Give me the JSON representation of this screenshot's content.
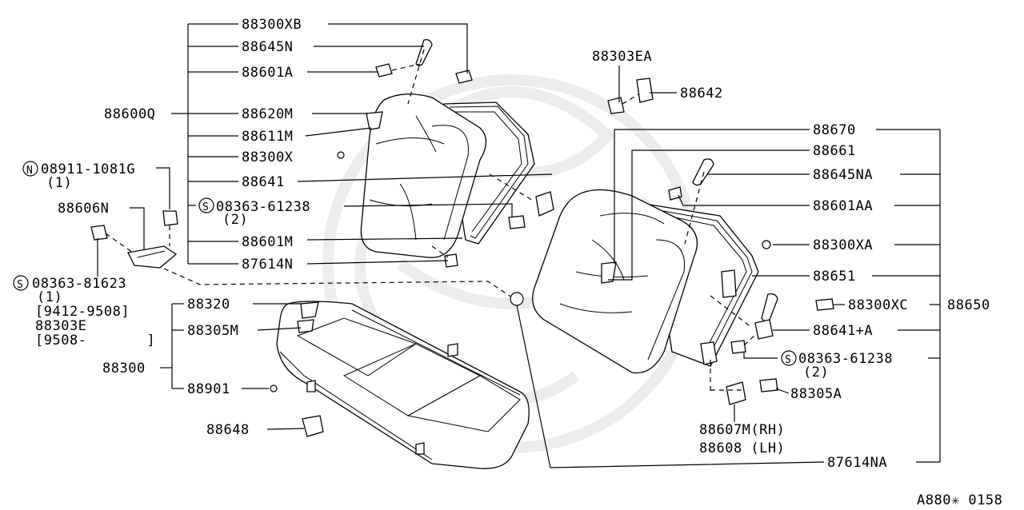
{
  "diagram": {
    "ref_code": "A880✳ 0158",
    "left_group": {
      "bracket_label": "88600Q",
      "parts": [
        "88300XB",
        "88645N",
        "88601A",
        "88620M",
        "88611M",
        "88300X",
        "88641",
        "88601M",
        "87614N"
      ],
      "screw_08363_61238": {
        "part": "08363-61238",
        "qty": "(2)"
      }
    },
    "right_group": {
      "bracket_label": "88650",
      "parts": [
        "88670",
        "88661",
        "88645NA",
        "88601AA",
        "88300XA",
        "88651",
        "88300XC",
        "88641+A",
        "87614NA"
      ],
      "screw_08363_61238": {
        "part": "08363-61238",
        "qty": "(2)"
      }
    },
    "cushion_group": {
      "bracket_label": "88300",
      "parts": [
        "88320",
        "88305M",
        "88901"
      ]
    },
    "top_parts": {
      "p1": "88303EA",
      "p2": "88642"
    },
    "left_side": {
      "nut": {
        "part": "08911-1081G",
        "qty": "(1)"
      },
      "bracket": "88606N",
      "screw": {
        "part": "08363-81623",
        "qty": "(1)",
        "date1": "[9412-9508]",
        "alt_part": "88303E",
        "date2": "[9508-       ]"
      }
    },
    "bottom_parts": {
      "p1": "88648",
      "p2": "88305A",
      "p3": "88607M(RH)",
      "p4": "88608 (LH)"
    },
    "prefix": {
      "s": "S",
      "n": "N"
    }
  }
}
